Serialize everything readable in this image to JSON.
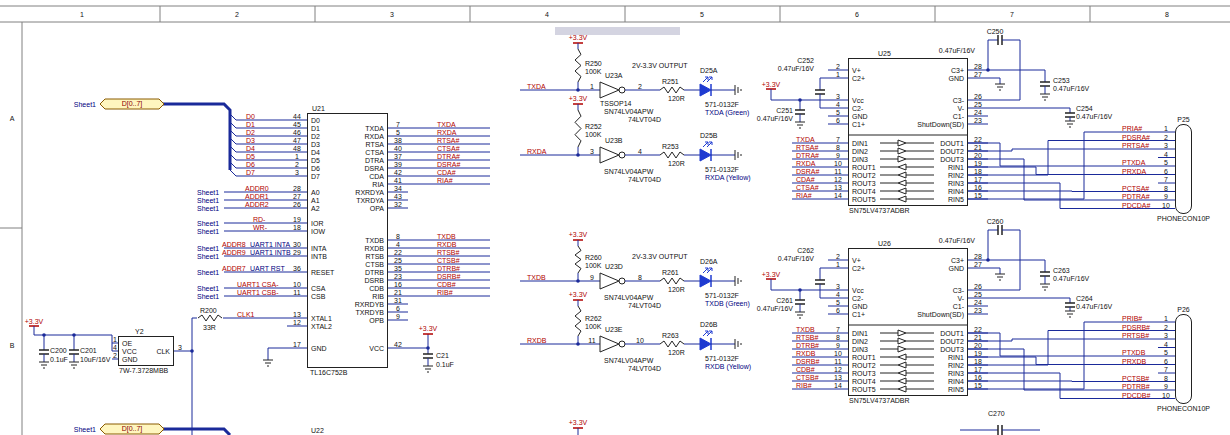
{
  "diagram": {
    "nodes": [
      {
        "text": [
          "D[0..7]"
        ]
      },
      {
        "text": [
          "U21",
          "TL16C752B"
        ]
      },
      {
        "text": [
          "Y2",
          "7W-7.3728MBB"
        ]
      },
      {
        "text": [
          "U25",
          "SN75LV4737ADBR"
        ]
      },
      {
        "text": [
          "P25",
          "PHONECON10P"
        ]
      },
      {
        "text": [
          "U26",
          "SN75LV4737ADBR"
        ]
      },
      {
        "text": [
          "P26",
          "PHONECON10P"
        ]
      },
      {
        "text": [
          "D[0..7]"
        ]
      }
    ],
    "edges": [
      {
        "from": 2,
        "to": 1,
        "arrow": "none",
        "label": "CLK1"
      },
      {
        "from": 3,
        "to": 4,
        "arrow": "none",
        "label": "PTXDA"
      },
      {
        "from": 3,
        "to": 4,
        "arrow": "none",
        "label": "PRTSA#"
      },
      {
        "from": 3,
        "to": 4,
        "arrow": "none",
        "label": "PDTRA#"
      },
      {
        "from": 3,
        "to": 4,
        "arrow": "none",
        "label": "PRXDA"
      },
      {
        "from": 3,
        "to": 4,
        "arrow": "none",
        "label": "PDSRA#"
      },
      {
        "from": 3,
        "to": 4,
        "arrow": "none",
        "label": "PDCDA#"
      },
      {
        "from": 3,
        "to": 4,
        "arrow": "none",
        "label": "PCTSA#"
      },
      {
        "from": 3,
        "to": 4,
        "arrow": "none",
        "label": "PRIA#"
      },
      {
        "from": 5,
        "to": 6,
        "arrow": "none",
        "label": "PTXDB"
      },
      {
        "from": 5,
        "to": 6,
        "arrow": "none",
        "label": "PRTSB#"
      },
      {
        "from": 5,
        "to": 6,
        "arrow": "none",
        "label": "PDTRB#"
      },
      {
        "from": 5,
        "to": 6,
        "arrow": "none",
        "label": "PRXDB"
      },
      {
        "from": 5,
        "to": 6,
        "arrow": "none",
        "label": "PDSRB#"
      },
      {
        "from": 5,
        "to": 6,
        "arrow": "none",
        "label": "PDCDB#"
      },
      {
        "from": 5,
        "to": 6,
        "arrow": "none",
        "label": "PCTSB#"
      },
      {
        "from": 5,
        "to": 6,
        "arrow": "none",
        "label": "PRIB#"
      }
    ],
    "labels": [
      "1",
      "2",
      "3",
      "4",
      "5",
      "6",
      "7",
      "8",
      "A",
      "B",
      "Sheet1",
      "44",
      "45",
      "46",
      "47",
      "48",
      "1",
      "2",
      "3",
      "28",
      "27",
      "26",
      "19",
      "18",
      "30",
      "29",
      "36",
      "10",
      "11",
      "13",
      "12",
      "17",
      "D0",
      "D1",
      "D2",
      "D3",
      "D4",
      "D5",
      "D6",
      "D7",
      "A0",
      "A1",
      "A2",
      "IOR",
      "IOW",
      "INTA",
      "INTB",
      "RESET",
      "CSA",
      "CSB",
      "XTAL1",
      "XTAL2",
      "GND",
      "7",
      "5",
      "38",
      "40",
      "37",
      "39",
      "42",
      "41",
      "34",
      "43",
      "32",
      "8",
      "4",
      "22",
      "25",
      "35",
      "23",
      "16",
      "21",
      "31",
      "6",
      "9",
      "42",
      "TXDA",
      "RXDA",
      "RTSA",
      "CTSA",
      "DTRA",
      "DSRA",
      "CDA",
      "RIA",
      "RXRDYA",
      "TXRDYA",
      "OPA",
      "TXDB",
      "RXDB",
      "RTSB",
      "CTSB",
      "DTRB",
      "DSRB",
      "CDB",
      "RIB",
      "RXRDYB",
      "TXRDYB",
      "OPB",
      "VCC",
      "TXDA",
      "RXDA",
      "RTSA#",
      "CTSA#",
      "DTRA#",
      "DSRA#",
      "CDA#",
      "RIA#",
      "TXDB",
      "RXDB",
      "RTSB#",
      "CTSB#",
      "DTRB#",
      "DSRB#",
      "CDB#",
      "RIB#",
      "D0",
      "D1",
      "D2",
      "D3",
      "D4",
      "D5",
      "D6",
      "D7",
      "Sheet1",
      "Sheet1",
      "Sheet1",
      "ADDR0",
      "ADDR1",
      "ADDR2",
      "Sheet1",
      "Sheet1",
      "RD-",
      "WR-",
      "Sheet1",
      "Sheet1",
      "ADDR8",
      "ADDR9",
      "UART1 INTA",
      "UART1 INTB",
      "Sheet1",
      "ADDR7",
      "UART RST",
      "Sheet1",
      "Sheet1",
      "UART1 CSA-",
      "UART1 CSB-",
      "R200",
      "33R",
      "1",
      "4",
      "2",
      "3",
      "OE",
      "VCC",
      "GND",
      "CLK",
      "+3.3V",
      "C200",
      "0.1uF",
      "C201",
      "10uF/16V",
      "+3.3V",
      "C21",
      "0.1uF",
      "+3.3V",
      "R250",
      "100K",
      "TXDA",
      "2V-3.3V OUTPUT",
      "U23A",
      "1",
      "2",
      "TSSOP14",
      "SN74LV04APW",
      "74LVT04D",
      "R251",
      "120R",
      "D25A",
      "571-0132F",
      "TXDA (Green)",
      "+3.3V",
      "R252",
      "100K",
      "RXDA",
      "U23B",
      "3",
      "4",
      "SN74LV04APW",
      "74LVT04D",
      "R253",
      "120R",
      "D25B",
      "571-0132F",
      "RXDA (Yellow)",
      "+3.3V",
      "R260",
      "100K",
      "TXDB",
      "2V-3.3V OUTPUT",
      "U23D",
      "9",
      "8",
      "SN74LV04APW",
      "74LVT04D",
      "R261",
      "120R",
      "D26A",
      "571-0132F",
      "TXDB (Green)",
      "+3.3V",
      "R262",
      "100K",
      "RXDB",
      "U23E",
      "11",
      "10",
      "SN74LV04APW",
      "74LVT04D",
      "R263",
      "120R",
      "D26B",
      "571-0132F",
      "RXDB (Yellow)",
      "+3.3V",
      "2",
      "1",
      "3",
      "4",
      "5",
      "6",
      "V+",
      "C2+",
      "Vcc",
      "C2-",
      "GND",
      "C1+",
      "28",
      "27",
      "26",
      "25",
      "24",
      "23",
      "C3+",
      "GND",
      "C3-",
      "V-",
      "C1-",
      "ShutDown(SD)",
      "7",
      "8",
      "9",
      "10",
      "11",
      "12",
      "13",
      "14",
      "DIN1",
      "DIN2",
      "DIN3",
      "ROUT1",
      "ROUT2",
      "ROUT3",
      "ROUT4",
      "ROUT5",
      "22",
      "21",
      "20",
      "19",
      "18",
      "17",
      "16",
      "15",
      "DOUT1",
      "DOUT2",
      "DOUT3",
      "RIN1",
      "RIN2",
      "RIN3",
      "RIN4",
      "RIN5",
      "TXDA",
      "RTSA#",
      "DTRA#",
      "RXDA",
      "DSRA#",
      "CDA#",
      "CTSA#",
      "RIA#",
      "C250",
      "0.47uF/16V",
      "C251",
      "0.47uF/16V",
      "C252",
      "0.47uF/16V",
      "C253",
      "0.47uF/16V",
      "C254",
      "0.47uF/16V",
      "1",
      "2",
      "3",
      "4",
      "5",
      "6",
      "7",
      "8",
      "9",
      "10",
      "+3.3V",
      "2",
      "1",
      "3",
      "4",
      "5",
      "6",
      "V+",
      "C2+",
      "Vcc",
      "C2-",
      "GND",
      "C1+",
      "28",
      "27",
      "26",
      "25",
      "24",
      "23",
      "C3+",
      "GND",
      "C3-",
      "V-",
      "C1-",
      "ShutDown(SD)",
      "7",
      "8",
      "9",
      "10",
      "11",
      "12",
      "13",
      "14",
      "DIN1",
      "DIN2",
      "DIN3",
      "ROUT1",
      "ROUT2",
      "ROUT3",
      "ROUT4",
      "ROUT5",
      "22",
      "21",
      "20",
      "19",
      "18",
      "17",
      "16",
      "15",
      "DOUT1",
      "DOUT2",
      "DOUT3",
      "RIN1",
      "RIN2",
      "RIN3",
      "RIN4",
      "RIN5",
      "TXDB",
      "RTSB#",
      "DTRB#",
      "RXDB",
      "DSRB#",
      "CDB#",
      "CTSB#",
      "RIB#",
      "C260",
      "0.47uF/16V",
      "C261",
      "0.47uF/16V",
      "C262",
      "0.47uF/16V",
      "C263",
      "0.47uF/16V",
      "C264",
      "0.47uF/16V",
      "1",
      "2",
      "3",
      "4",
      "5",
      "6",
      "7",
      "8",
      "9",
      "10",
      "+3.3V",
      "U22",
      "C270",
      "Sheet1"
    ]
  }
}
